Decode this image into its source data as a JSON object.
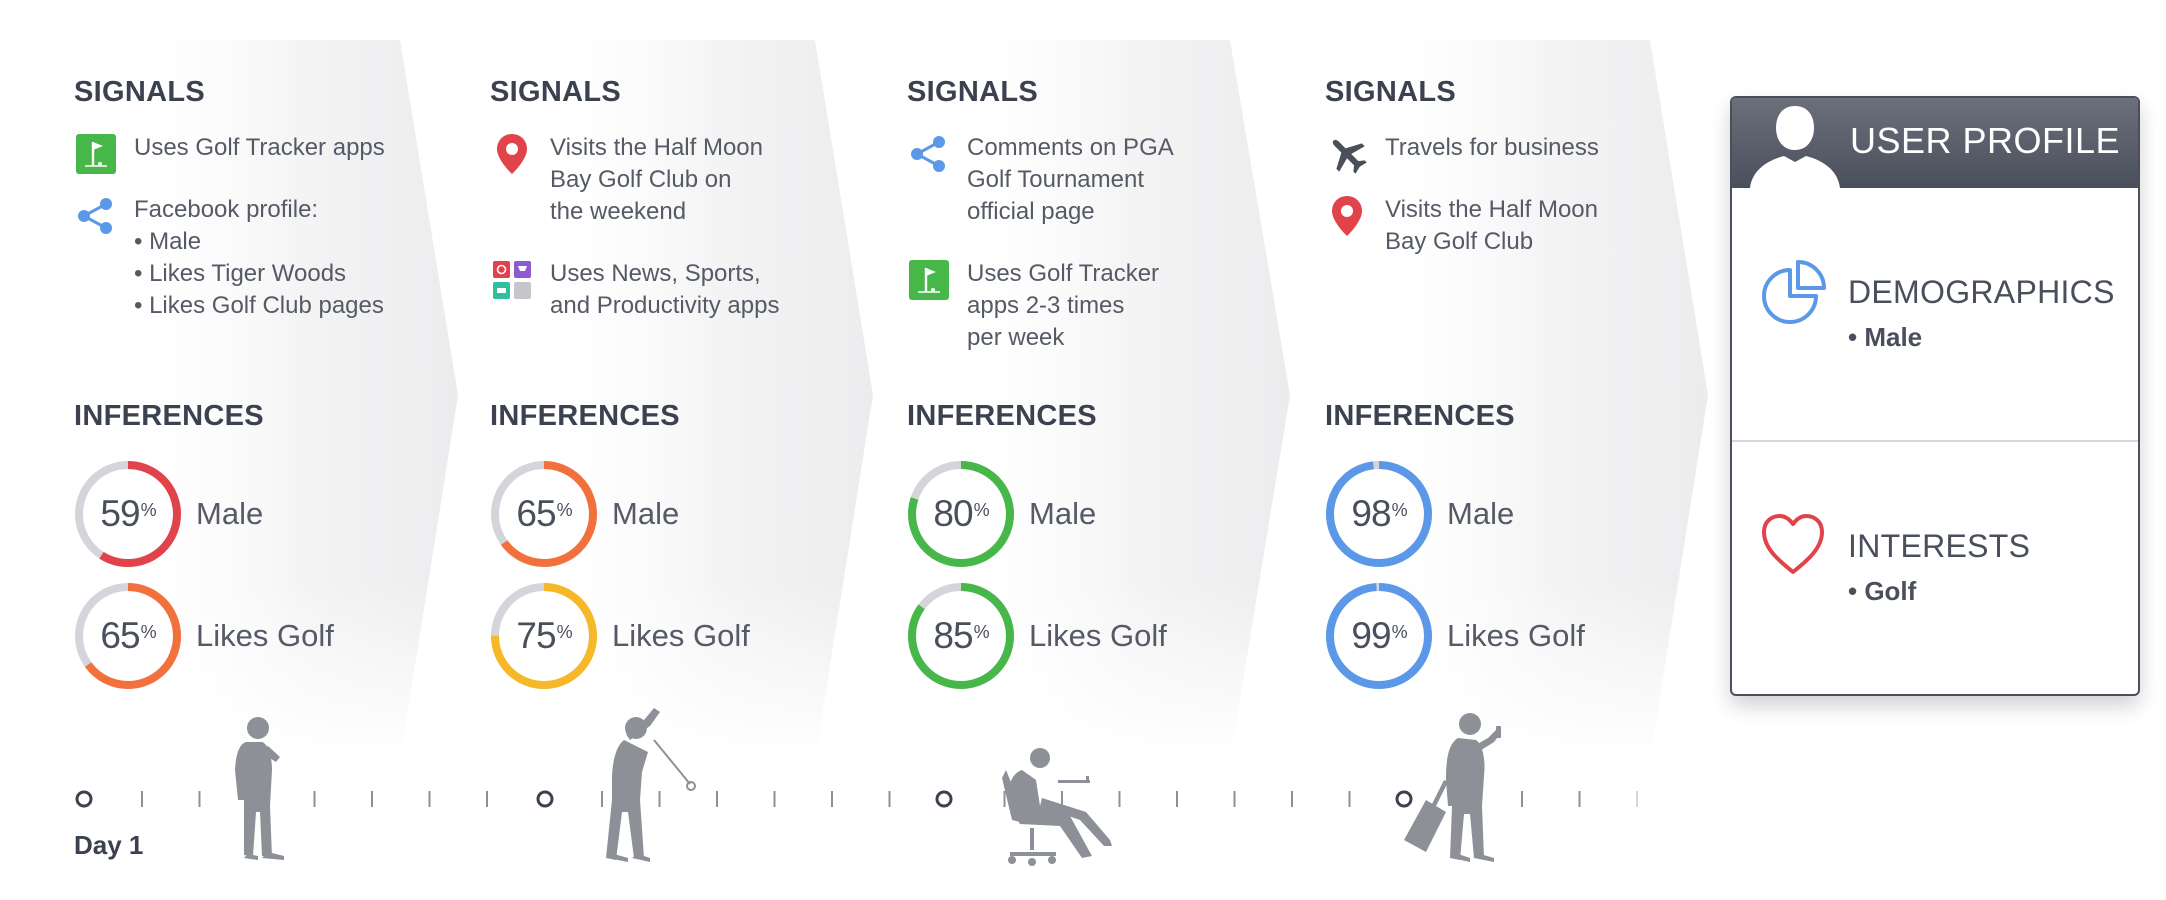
{
  "colors": {
    "red": "#e0434a",
    "orange": "#f2703c",
    "yellow": "#f6b827",
    "green": "#48b749",
    "blue": "#5b99e8",
    "track": "#d3d5db",
    "dark": "#4a4f5c",
    "silhouette": "#8d9097"
  },
  "stages": [
    {
      "signals_heading": "SIGNALS",
      "inferences_heading": "INFERENCES",
      "signals": [
        {
          "icon": "golf-flag-icon",
          "text": "Uses Golf Tracker apps"
        },
        {
          "icon": "share-icon",
          "text": "Facebook profile:",
          "bullets": [
            "Male",
            "Likes Tiger Woods",
            "Likes Golf Club pages"
          ]
        }
      ],
      "inferences": [
        {
          "value": 59,
          "label": "Male",
          "color": "#e0434a"
        },
        {
          "value": 65,
          "label": "Likes Golf",
          "color": "#f2703c"
        }
      ]
    },
    {
      "signals_heading": "SIGNALS",
      "inferences_heading": "INFERENCES",
      "signals": [
        {
          "icon": "map-pin-icon",
          "text": "Visits the Half Moon\nBay Golf Club on\nthe weekend"
        },
        {
          "icon": "app-grid-icon",
          "text": "Uses News, Sports,\nand Productivity apps"
        }
      ],
      "inferences": [
        {
          "value": 65,
          "label": "Male",
          "color": "#f2703c"
        },
        {
          "value": 75,
          "label": "Likes Golf",
          "color": "#f6b827"
        }
      ]
    },
    {
      "signals_heading": "SIGNALS",
      "inferences_heading": "INFERENCES",
      "signals": [
        {
          "icon": "share-icon",
          "text": "Comments on PGA\nGolf Tournament\nofficial page"
        },
        {
          "icon": "golf-flag-icon",
          "text": "Uses Golf Tracker\napps 2-3 times\nper week"
        }
      ],
      "inferences": [
        {
          "value": 80,
          "label": "Male",
          "color": "#48b749"
        },
        {
          "value": 85,
          "label": "Likes Golf",
          "color": "#48b749"
        }
      ]
    },
    {
      "signals_heading": "SIGNALS",
      "inferences_heading": "INFERENCES",
      "signals": [
        {
          "icon": "airplane-icon",
          "text": "Travels for business"
        },
        {
          "icon": "map-pin-icon",
          "text": "Visits the Half Moon\nBay Golf Club"
        }
      ],
      "inferences": [
        {
          "value": 98,
          "label": "Male",
          "color": "#5b99e8"
        },
        {
          "value": 99,
          "label": "Likes Golf",
          "color": "#5b99e8"
        }
      ]
    }
  ],
  "timeline": {
    "start_label": "Day 1"
  },
  "profile": {
    "title": "USER PROFILE",
    "demographics": {
      "title": "DEMOGRAPHICS",
      "items": [
        "Male"
      ]
    },
    "interests": {
      "title": "INTERESTS",
      "items": [
        "Golf"
      ]
    }
  }
}
